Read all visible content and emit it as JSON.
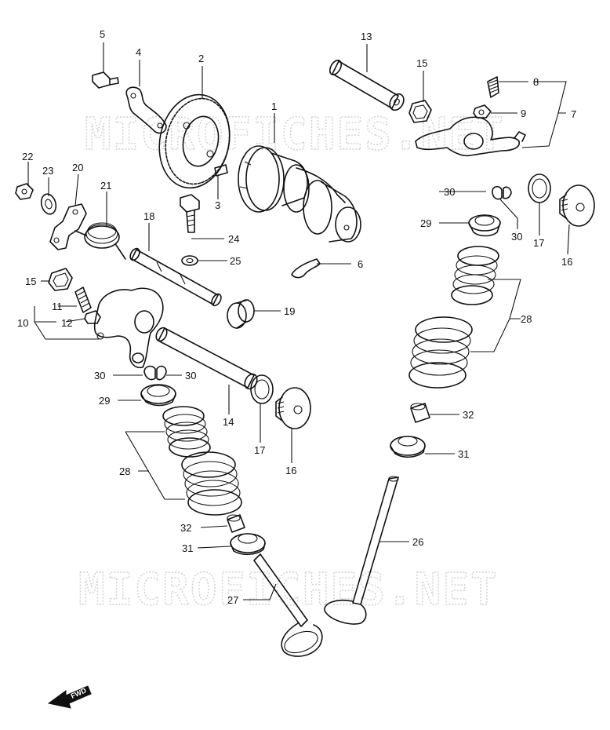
{
  "watermark": {
    "text": "MICROFICHES.NET"
  },
  "fwd_label": "FWD",
  "callouts": {
    "p1": "1",
    "p2": "2",
    "p3": "3",
    "p4": "4",
    "p5": "5",
    "p6": "6",
    "p7": "7",
    "p8": "8",
    "p9": "9",
    "p10": "10",
    "p11": "11",
    "p12": "12",
    "p13": "13",
    "p14": "14",
    "p15a": "15",
    "p15b": "15",
    "p16a": "16",
    "p16b": "16",
    "p17a": "17",
    "p17b": "17",
    "p18": "18",
    "p19": "19",
    "p20": "20",
    "p21": "21",
    "p22": "22",
    "p23": "23",
    "p24": "24",
    "p25": "25",
    "p26": "26",
    "p27": "27",
    "p28a": "28",
    "p28b": "28",
    "p29a": "29",
    "p29b": "29",
    "p30a": "30",
    "p30b": "30",
    "p30c": "30",
    "p30d": "30",
    "p31a": "31",
    "p31b": "31",
    "p32a": "32",
    "p32b": "32"
  }
}
